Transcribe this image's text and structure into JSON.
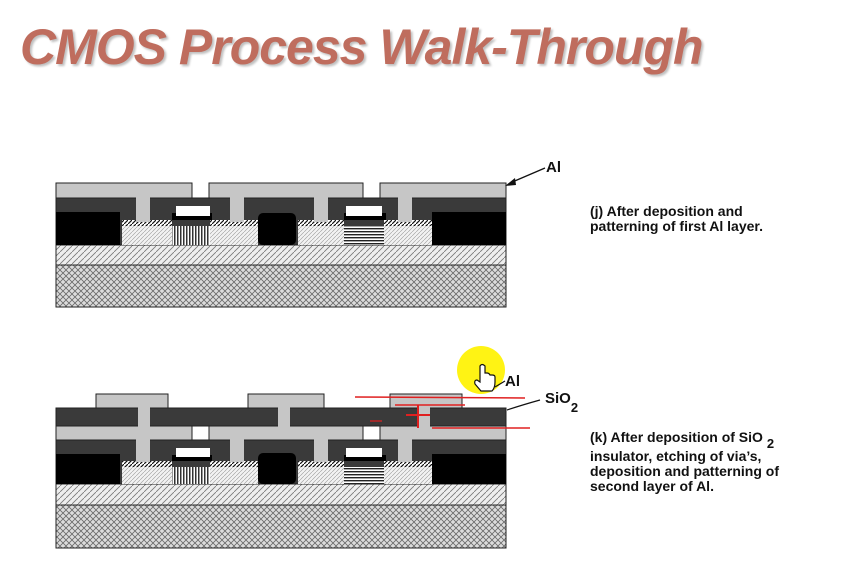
{
  "title": "CMOS Process Walk-Through",
  "colors": {
    "title": "#bf6d5e",
    "annotation": "#e02020",
    "pointer_highlight": "#fff200"
  },
  "step_j": {
    "layer_label": "Al",
    "caption_lines": [
      "(j) After deposition and",
      "patterning of first Al layer."
    ]
  },
  "step_k": {
    "label_al": "Al",
    "label_sio": "SiO",
    "label_sio_sub": "2",
    "caption_line1": "(k) After deposition of SiO",
    "caption_sub": "2",
    "caption_lines": [
      "insulator, etching of via’s,",
      "deposition and patterning of",
      "second layer of Al."
    ]
  },
  "icons": [
    "hand-pointer-icon"
  ]
}
